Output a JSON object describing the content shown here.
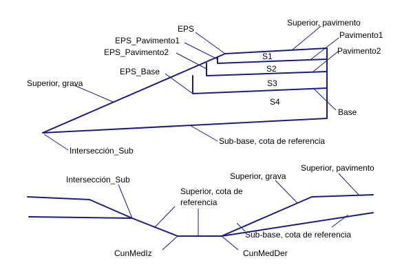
{
  "colors": {
    "line": "#1a1a80",
    "text": "#000000",
    "background": "#ffffff"
  },
  "top_diagram": {
    "labels": {
      "eps": "EPS",
      "eps_pavimento1": "EPS_Pavimento1",
      "eps_pavimento2": "EPS_Pavimento2",
      "eps_base": "EPS_Base",
      "superior_grava": "Superior, grava",
      "superior_pavimento": "Superior, pavimento",
      "pavimento1": "Pavimento1",
      "pavimento2": "Pavimento2",
      "base": "Base",
      "sub_base": "Sub-base, cota de referencia",
      "interseccion_sub": "Intersección_Sub",
      "s1": "S1",
      "s2": "S2",
      "s3": "S3",
      "s4": "S4"
    }
  },
  "bottom_diagram": {
    "labels": {
      "interseccion_sub": "Intersección_Sub",
      "superior_cota_line1": "Superior, cota de",
      "superior_cota_line2": "referencia",
      "superior_grava": "Superior, grava",
      "superior_pavimento": "Superior, pavimento",
      "sub_base": "Sub-base, cota de referencia",
      "cunmediz": "CunMedIz",
      "cunmedder": "CunMedDer"
    }
  }
}
